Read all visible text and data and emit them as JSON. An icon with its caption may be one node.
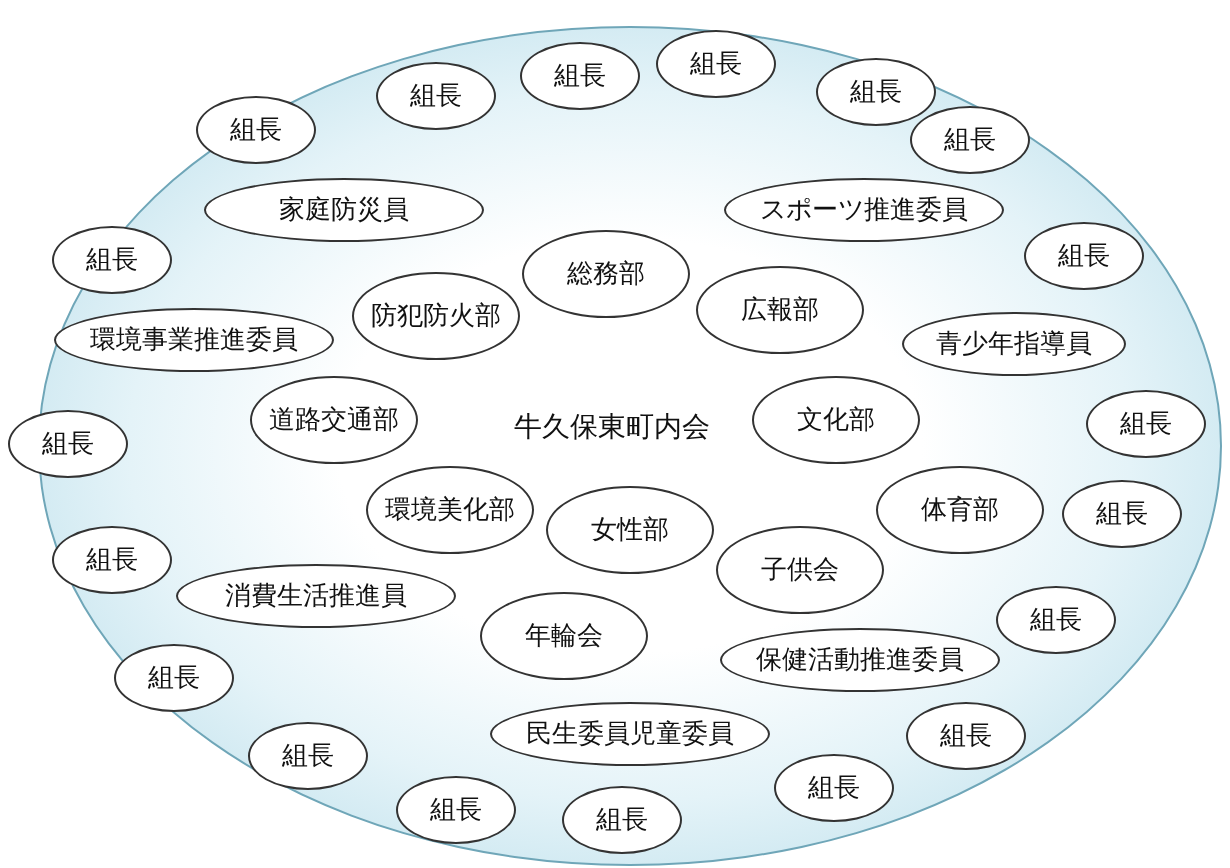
{
  "diagram": {
    "nodes": [
      {
        "text": [
          "牛久保東町内会"
        ]
      },
      {
        "text": [
          "組長"
        ],
        "in": 0
      },
      {
        "text": [
          "組長"
        ],
        "in": 0
      },
      {
        "text": [
          "組長"
        ],
        "in": 0
      },
      {
        "text": [
          "組長"
        ],
        "in": 0
      },
      {
        "text": [
          "組長"
        ],
        "in": 0
      },
      {
        "text": [
          "組長"
        ],
        "in": 0
      },
      {
        "text": [
          "家庭防災員"
        ],
        "in": 0
      },
      {
        "text": [
          "スポーツ推進委員"
        ],
        "in": 0
      },
      {
        "text": [
          "組長"
        ],
        "in": 0
      },
      {
        "text": [
          "組長"
        ],
        "in": 0
      },
      {
        "text": [
          "総務部"
        ],
        "in": 0
      },
      {
        "text": [
          "防犯防火部"
        ],
        "in": 0
      },
      {
        "text": [
          "広報部"
        ],
        "in": 0
      },
      {
        "text": [
          "環境事業推進委員"
        ],
        "in": 0
      },
      {
        "text": [
          "青少年指導員"
        ],
        "in": 0
      },
      {
        "text": [
          "道路交通部"
        ],
        "in": 0
      },
      {
        "text": [
          "文化部"
        ],
        "in": 0
      },
      {
        "text": [
          "組長"
        ],
        "in": 0
      },
      {
        "text": [
          "組長"
        ]
      },
      {
        "text": [
          "環境美化部"
        ],
        "in": 0
      },
      {
        "text": [
          "女性部"
        ],
        "in": 0
      },
      {
        "text": [
          "体育部"
        ],
        "in": 0
      },
      {
        "text": [
          "組長"
        ],
        "in": 0
      },
      {
        "text": [
          "組長"
        ],
        "in": 0
      },
      {
        "text": [
          "子供会"
        ],
        "in": 0
      },
      {
        "text": [
          "消費生活推進員"
        ],
        "in": 0
      },
      {
        "text": [
          "年輪会"
        ],
        "in": 0
      },
      {
        "text": [
          "組長"
        ],
        "in": 0
      },
      {
        "text": [
          "保健活動推進委員"
        ],
        "in": 0
      },
      {
        "text": [
          "組長"
        ],
        "in": 0
      },
      {
        "text": [
          "民生委員児童委員"
        ],
        "in": 0
      },
      {
        "text": [
          "組長"
        ],
        "in": 0
      },
      {
        "text": [
          "組長"
        ],
        "in": 0
      },
      {
        "text": [
          "組長"
        ],
        "in": 0
      },
      {
        "text": [
          "組長"
        ],
        "in": 0
      },
      {
        "text": [
          "組長"
        ],
        "in": 0
      }
    ]
  }
}
